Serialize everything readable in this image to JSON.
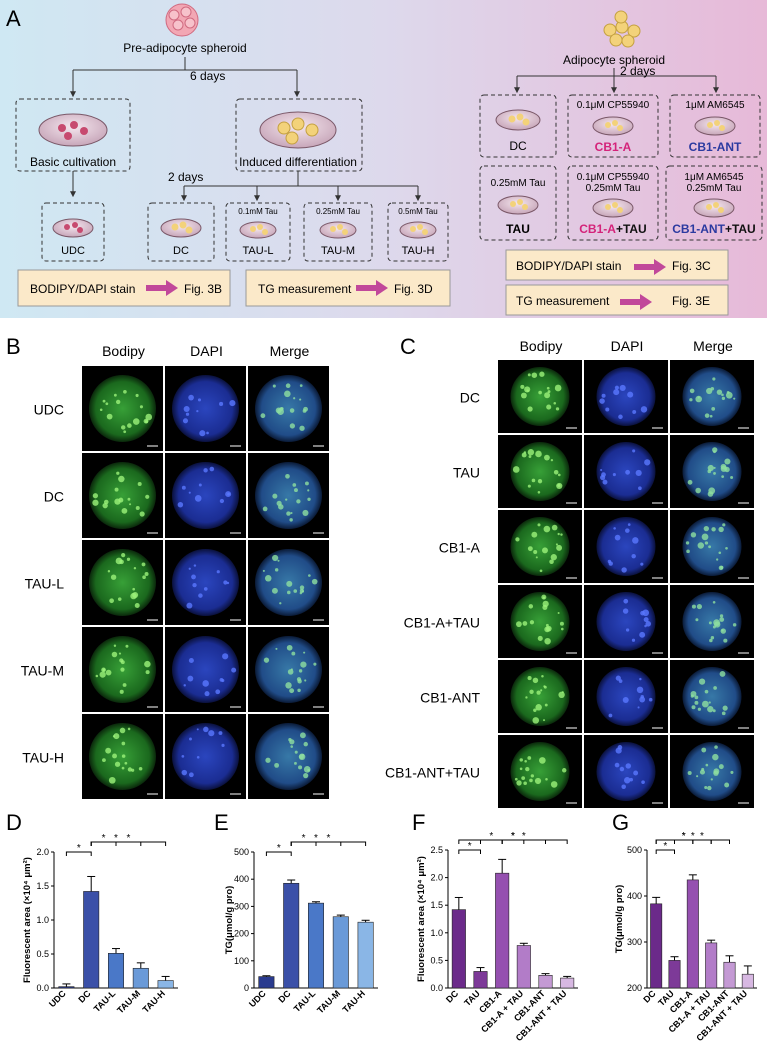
{
  "panelA": {
    "letter": "A",
    "left": {
      "title": "Pre-adipocyte spheroid",
      "days1": "6 days",
      "basic": "Basic cultivation",
      "induced": "Induced differentiation",
      "udc": "UDC",
      "days2": "2 days",
      "dc": "DC",
      "taul_dose": "0.1mM Tau",
      "taul": "TAU-L",
      "taum_dose": "0.25mM Tau",
      "taum": "TAU-M",
      "tauh_dose": "0.5mM Tau",
      "tauh": "TAU-H",
      "box1_text": "BODIPY/DAPI stain",
      "box1_ref": "Fig. 3B",
      "box2_text": "TG measurement",
      "box2_ref": "Fig. 3D"
    },
    "right": {
      "title": "Adipocyte spheroid",
      "days": "2 days",
      "dc": "DC",
      "cb1a_dose": "0.1μM CP55940",
      "cb1a": "CB1-A",
      "cb1ant_dose": "1μM AM6545",
      "cb1ant": "CB1-ANT",
      "tau_dose": "0.25mM Tau",
      "tau": "TAU",
      "cb1atau_dose1": "0.1μM CP55940",
      "cb1atau_dose2": "0.25mM Tau",
      "cb1atau_a": "CB1-A",
      "cb1atau_b": "+TAU",
      "cb1anttau_dose1": "1μM AM6545",
      "cb1anttau_dose2": "0.25mM Tau",
      "cb1anttau_a": "CB1-ANT",
      "cb1anttau_b": "+TAU",
      "box1_text": "BODIPY/DAPI stain",
      "box1_ref": "Fig. 3C",
      "box2_text": "TG measurement",
      "box2_ref": "Fig. 3E"
    }
  },
  "panelB": {
    "letter": "B",
    "cols": [
      "Bodipy",
      "DAPI",
      "Merge"
    ],
    "rows": [
      "UDC",
      "DC",
      "TAU-L",
      "TAU-M",
      "TAU-H"
    ]
  },
  "panelC": {
    "letter": "C",
    "cols": [
      "Bodipy",
      "DAPI",
      "Merge"
    ],
    "rows": [
      "DC",
      "TAU",
      "CB1-A",
      "CB1-A+TAU",
      "CB1-ANT",
      "CB1-ANT+TAU"
    ]
  },
  "colors": {
    "pink": "#d4237a",
    "blue": "#2b3aa0",
    "arrow": "#c1489a",
    "box": "#fbe9c9"
  },
  "chart_data": [
    {
      "id": "D",
      "type": "bar",
      "ylabel": "Fluorescent area (×10⁴ μm²)",
      "categories": [
        "UDC",
        "DC",
        "TAU-L",
        "TAU-M",
        "TAU-H"
      ],
      "values": [
        0.02,
        1.42,
        0.51,
        0.29,
        0.11
      ],
      "errors": [
        0.04,
        0.22,
        0.07,
        0.08,
        0.06
      ],
      "ylim": [
        0,
        2.0
      ],
      "yticks": [
        "0.0",
        "0.5",
        "1.0",
        "1.5",
        "2.0"
      ],
      "colors": [
        "#2a3b8f",
        "#3b50a8",
        "#4a78c8",
        "#6a9ad8",
        "#8ab6e6"
      ],
      "sig": "*"
    },
    {
      "id": "E",
      "type": "bar",
      "ylabel": "TG(μmol/g pro)",
      "categories": [
        "UDC",
        "DC",
        "TAU-L",
        "TAU-M",
        "TAU-H"
      ],
      "values": [
        42,
        385,
        312,
        262,
        242
      ],
      "errors": [
        3,
        12,
        5,
        6,
        7
      ],
      "ylim": [
        0,
        500
      ],
      "yticks": [
        "0",
        "100",
        "200",
        "300",
        "400",
        "500"
      ],
      "colors": [
        "#2a3b8f",
        "#3b50a8",
        "#4a78c8",
        "#6a9ad8",
        "#8ab6e6"
      ],
      "sig": "*"
    },
    {
      "id": "F",
      "type": "bar",
      "ylabel": "Fluorescent area (×10⁴ μm²)",
      "categories": [
        "DC",
        "TAU",
        "CB1-A",
        "CB1-A + TAU",
        "CB1-ANT",
        "CB1-ANT + TAU"
      ],
      "values": [
        1.42,
        0.3,
        2.08,
        0.77,
        0.23,
        0.18
      ],
      "errors": [
        0.22,
        0.07,
        0.25,
        0.04,
        0.03,
        0.03
      ],
      "ylim": [
        0,
        2.5
      ],
      "yticks": [
        "0.0",
        "0.5",
        "1.0",
        "1.5",
        "2.0",
        "2.5"
      ],
      "colors": [
        "#6b2a8a",
        "#7d3a98",
        "#9550b0",
        "#b27cc8",
        "#c49ad4",
        "#d7b8e2"
      ],
      "sig": "*"
    },
    {
      "id": "G",
      "type": "bar",
      "ylabel": "TG(μmol/g pro)",
      "categories": [
        "DC",
        "TAU",
        "CB1-A",
        "CB1-A + TAU",
        "CB1-ANT",
        "CB1-ANT + TAU"
      ],
      "values": [
        383,
        260,
        435,
        298,
        256,
        230
      ],
      "errors": [
        14,
        8,
        11,
        6,
        14,
        18
      ],
      "ylim": [
        200,
        500
      ],
      "yticks": [
        "200",
        "300",
        "400",
        "500"
      ],
      "colors": [
        "#6b2a8a",
        "#7d3a98",
        "#9550b0",
        "#b27cc8",
        "#c49ad4",
        "#d7b8e2"
      ],
      "sig": "*"
    }
  ]
}
